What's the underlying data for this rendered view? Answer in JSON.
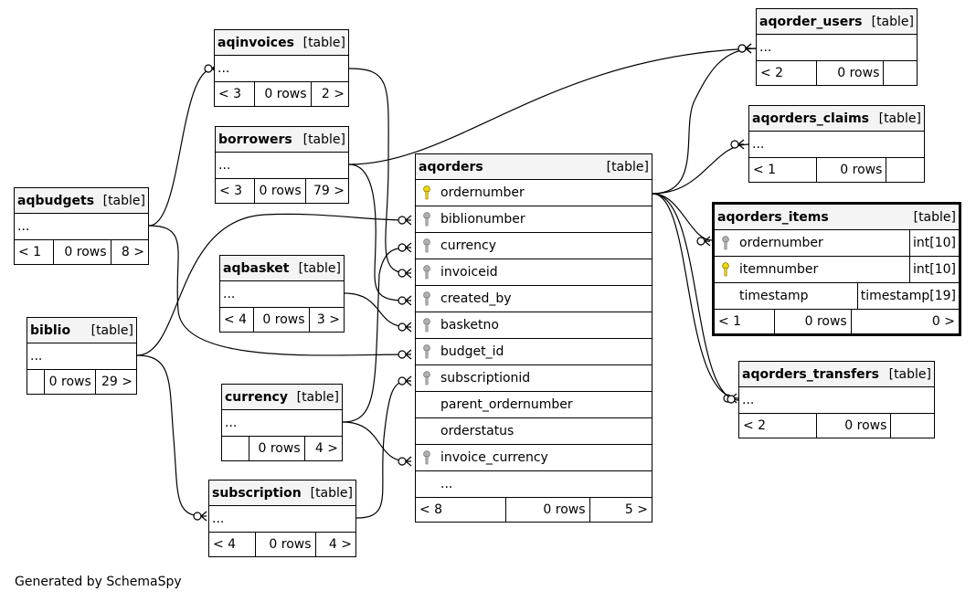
{
  "diagram": {
    "footer": "Generated by SchemaSpy",
    "table_type_label": "[table]",
    "colors": {
      "primary_key": "#f0d800",
      "foreign_key": "#b0b0b0",
      "header_bg": "#f4f4f4"
    },
    "tables": [
      {
        "id": "aqinvoices",
        "name": "aqinvoices",
        "columns": [
          {
            "name": "...",
            "key": "none"
          }
        ],
        "parents": "< 3",
        "rows": "0 rows",
        "children": "2 >"
      },
      {
        "id": "borrowers",
        "name": "borrowers",
        "columns": [
          {
            "name": "...",
            "key": "none"
          }
        ],
        "parents": "< 3",
        "rows": "0 rows",
        "children": "79 >"
      },
      {
        "id": "aqbudgets",
        "name": "aqbudgets",
        "columns": [
          {
            "name": "...",
            "key": "none"
          }
        ],
        "parents": "< 1",
        "rows": "0 rows",
        "children": "8 >"
      },
      {
        "id": "aqbasket",
        "name": "aqbasket",
        "columns": [
          {
            "name": "...",
            "key": "none"
          }
        ],
        "parents": "< 4",
        "rows": "0 rows",
        "children": "3 >"
      },
      {
        "id": "biblio",
        "name": "biblio",
        "columns": [
          {
            "name": "...",
            "key": "none"
          }
        ],
        "parents": "",
        "rows": "0 rows",
        "children": "29 >"
      },
      {
        "id": "currency",
        "name": "currency",
        "columns": [
          {
            "name": "...",
            "key": "none"
          }
        ],
        "parents": "",
        "rows": "0 rows",
        "children": "4 >"
      },
      {
        "id": "subscription",
        "name": "subscription",
        "columns": [
          {
            "name": "...",
            "key": "none"
          }
        ],
        "parents": "< 4",
        "rows": "0 rows",
        "children": "4 >"
      },
      {
        "id": "aqorders",
        "name": "aqorders",
        "columns": [
          {
            "name": "ordernumber",
            "key": "pk"
          },
          {
            "name": "biblionumber",
            "key": "fk"
          },
          {
            "name": "currency",
            "key": "fk"
          },
          {
            "name": "invoiceid",
            "key": "fk"
          },
          {
            "name": "created_by",
            "key": "fk"
          },
          {
            "name": "basketno",
            "key": "fk"
          },
          {
            "name": "budget_id",
            "key": "fk"
          },
          {
            "name": "subscriptionid",
            "key": "fk"
          },
          {
            "name": "parent_ordernumber",
            "key": "none"
          },
          {
            "name": "orderstatus",
            "key": "none"
          },
          {
            "name": "invoice_currency",
            "key": "fk"
          },
          {
            "name": "...",
            "key": "none"
          }
        ],
        "parents": "< 8",
        "rows": "0 rows",
        "children": "5 >"
      },
      {
        "id": "aqorder_users",
        "name": "aqorder_users",
        "columns": [
          {
            "name": "...",
            "key": "none"
          }
        ],
        "parents": "< 2",
        "rows": "0 rows",
        "children": ""
      },
      {
        "id": "aqorders_claims",
        "name": "aqorders_claims",
        "columns": [
          {
            "name": "...",
            "key": "none"
          }
        ],
        "parents": "< 1",
        "rows": "0 rows",
        "children": ""
      },
      {
        "id": "aqorders_items",
        "name": "aqorders_items",
        "columns": [
          {
            "name": "ordernumber",
            "key": "fk",
            "type": "int[10]"
          },
          {
            "name": "itemnumber",
            "key": "pk",
            "type": "int[10]"
          },
          {
            "name": "timestamp",
            "key": "none",
            "type": "timestamp[19]"
          }
        ],
        "parents": "< 1",
        "rows": "0 rows",
        "children": "0 >"
      },
      {
        "id": "aqorders_transfers",
        "name": "aqorders_transfers",
        "columns": [
          {
            "name": "...",
            "key": "none"
          }
        ],
        "parents": "< 2",
        "rows": "0 rows",
        "children": ""
      }
    ],
    "relationships": [
      {
        "parent": "aqbudgets",
        "child": "aqinvoices"
      },
      {
        "parent": "aqinvoices",
        "child": "aqorders",
        "column": "invoiceid"
      },
      {
        "parent": "borrowers",
        "child": "aqorders",
        "column": "created_by"
      },
      {
        "parent": "borrowers",
        "child": "aqorder_users"
      },
      {
        "parent": "aqbudgets",
        "child": "aqorders",
        "column": "budget_id"
      },
      {
        "parent": "biblio",
        "child": "aqorders",
        "column": "biblionumber"
      },
      {
        "parent": "biblio",
        "child": "subscription"
      },
      {
        "parent": "aqbasket",
        "child": "aqorders",
        "column": "basketno"
      },
      {
        "parent": "currency",
        "child": "aqorders",
        "column": "currency"
      },
      {
        "parent": "currency",
        "child": "aqorders",
        "column": "invoice_currency"
      },
      {
        "parent": "subscription",
        "child": "aqorders",
        "column": "subscriptionid"
      },
      {
        "parent": "aqorders",
        "child": "aqorder_users"
      },
      {
        "parent": "aqorders",
        "child": "aqorders_claims"
      },
      {
        "parent": "aqorders",
        "child": "aqorders_items",
        "column": "ordernumber"
      },
      {
        "parent": "aqorders",
        "child": "aqorders_transfers"
      },
      {
        "parent": "aqorders",
        "child": "aqorders_transfers"
      }
    ]
  }
}
